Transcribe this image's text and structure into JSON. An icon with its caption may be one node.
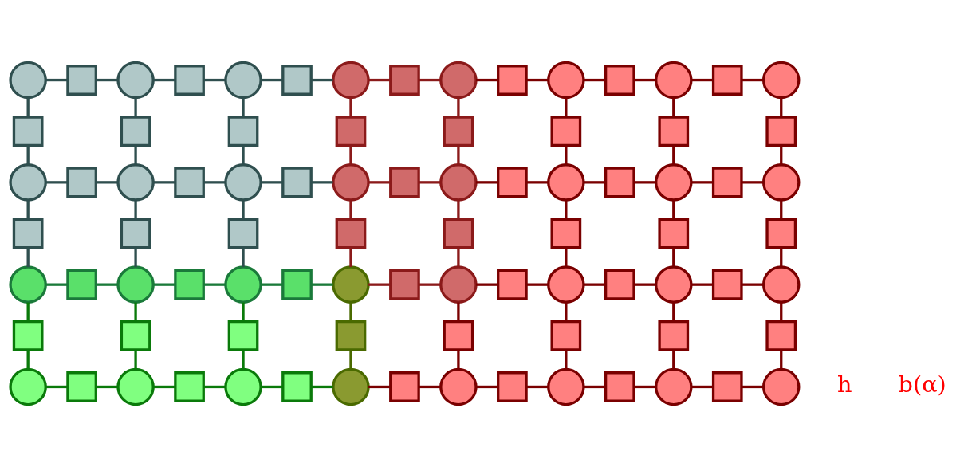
{
  "diagram": {
    "nodes": [
      {
        "text": [],
        "shape": "circle"
      },
      {
        "text": [],
        "shape": "box"
      },
      {
        "text": [],
        "shape": "circle"
      },
      {
        "text": [],
        "shape": "box"
      },
      {
        "text": [],
        "shape": "circle"
      },
      {
        "text": [],
        "shape": "box"
      },
      {
        "text": [],
        "shape": "circle"
      },
      {
        "text": [],
        "shape": "box"
      },
      {
        "text": [],
        "shape": "circle"
      },
      {
        "text": [],
        "shape": "box"
      },
      {
        "text": [],
        "shape": "circle"
      },
      {
        "text": [],
        "shape": "box"
      },
      {
        "text": [],
        "shape": "circle"
      },
      {
        "text": [],
        "shape": "box"
      },
      {
        "text": [],
        "shape": "circle"
      },
      {
        "text": [],
        "shape": "box"
      },
      {
        "text": [],
        "shape": "box"
      },
      {
        "text": [],
        "shape": "box"
      },
      {
        "text": [],
        "shape": "box"
      },
      {
        "text": [],
        "shape": "box"
      },
      {
        "text": [],
        "shape": "box"
      },
      {
        "text": [],
        "shape": "box"
      },
      {
        "text": [],
        "shape": "box"
      },
      {
        "text": [],
        "shape": "circle"
      },
      {
        "text": [],
        "shape": "box"
      },
      {
        "text": [],
        "shape": "circle"
      },
      {
        "text": [],
        "shape": "box"
      },
      {
        "text": [],
        "shape": "circle"
      },
      {
        "text": [],
        "shape": "box"
      },
      {
        "text": [],
        "shape": "circle"
      },
      {
        "text": [],
        "shape": "box"
      },
      {
        "text": [],
        "shape": "circle"
      },
      {
        "text": [],
        "shape": "box"
      },
      {
        "text": [],
        "shape": "circle"
      },
      {
        "text": [],
        "shape": "box"
      },
      {
        "text": [],
        "shape": "circle"
      },
      {
        "text": [],
        "shape": "box"
      },
      {
        "text": [],
        "shape": "circle"
      },
      {
        "text": [],
        "shape": "box"
      },
      {
        "text": [],
        "shape": "box"
      },
      {
        "text": [],
        "shape": "box"
      },
      {
        "text": [],
        "shape": "box"
      },
      {
        "text": [],
        "shape": "box"
      },
      {
        "text": [],
        "shape": "box"
      },
      {
        "text": [],
        "shape": "box"
      },
      {
        "text": [],
        "shape": "box"
      },
      {
        "text": [],
        "shape": "circle"
      },
      {
        "text": [],
        "shape": "box"
      },
      {
        "text": [],
        "shape": "circle"
      },
      {
        "text": [],
        "shape": "box"
      },
      {
        "text": [],
        "shape": "circle"
      },
      {
        "text": [],
        "shape": "box"
      },
      {
        "text": [],
        "shape": "circle"
      },
      {
        "text": [],
        "shape": "box"
      },
      {
        "text": [],
        "shape": "circle"
      },
      {
        "text": [],
        "shape": "box"
      },
      {
        "text": [],
        "shape": "circle"
      },
      {
        "text": [],
        "shape": "box"
      },
      {
        "text": [],
        "shape": "circle"
      },
      {
        "text": [],
        "shape": "box"
      },
      {
        "text": [],
        "shape": "circle"
      },
      {
        "text": [],
        "shape": "box"
      },
      {
        "text": [],
        "shape": "box"
      },
      {
        "text": [],
        "shape": "box"
      },
      {
        "text": [],
        "shape": "box"
      },
      {
        "text": [],
        "shape": "box"
      },
      {
        "text": [],
        "shape": "box"
      },
      {
        "text": [],
        "shape": "box"
      },
      {
        "text": [],
        "shape": "box"
      },
      {
        "text": [],
        "shape": "circle"
      },
      {
        "text": [],
        "shape": "box"
      },
      {
        "text": [],
        "shape": "circle"
      },
      {
        "text": [],
        "shape": "box"
      },
      {
        "text": [],
        "shape": "circle"
      },
      {
        "text": [],
        "shape": "box"
      },
      {
        "text": [],
        "shape": "circle"
      },
      {
        "text": [],
        "shape": "box"
      },
      {
        "text": [],
        "shape": "circle"
      },
      {
        "text": [],
        "shape": "box"
      },
      {
        "text": [],
        "shape": "circle"
      },
      {
        "text": [],
        "shape": "box"
      },
      {
        "text": [],
        "shape": "circle"
      },
      {
        "text": [],
        "shape": "box"
      },
      {
        "text": [],
        "shape": "circle"
      }
    ],
    "edges": [
      {
        "from": 0,
        "to": 1,
        "arrow": "none",
        "color": "#2f4f4f"
      },
      {
        "from": 1,
        "to": 2,
        "arrow": "none",
        "color": "#2f4f4f"
      },
      {
        "from": 2,
        "to": 3,
        "arrow": "none",
        "color": "#2f4f4f"
      },
      {
        "from": 3,
        "to": 4,
        "arrow": "none",
        "color": "#2f4f4f"
      },
      {
        "from": 4,
        "to": 5,
        "arrow": "none",
        "color": "#2f4f4f"
      },
      {
        "from": 5,
        "to": 6,
        "arrow": "none",
        "color": "#2f4f4f"
      },
      {
        "from": 6,
        "to": 7,
        "arrow": "none",
        "color": "#8b1a1a"
      },
      {
        "from": 7,
        "to": 8,
        "arrow": "none",
        "color": "#8b1a1a"
      },
      {
        "from": 8,
        "to": 9,
        "arrow": "none"
      },
      {
        "from": 9,
        "to": 10,
        "arrow": "none"
      },
      {
        "from": 10,
        "to": 11,
        "arrow": "none"
      },
      {
        "from": 11,
        "to": 12,
        "arrow": "none"
      },
      {
        "from": 12,
        "to": 13,
        "arrow": "none"
      },
      {
        "from": 13,
        "to": 14,
        "arrow": "none"
      },
      {
        "from": 0,
        "to": 15,
        "arrow": "none",
        "color": "#2f4f4f"
      },
      {
        "from": 15,
        "to": 23,
        "arrow": "none",
        "color": "#2f4f4f"
      },
      {
        "from": 2,
        "to": 16,
        "arrow": "none",
        "color": "#2f4f4f"
      },
      {
        "from": 16,
        "to": 25,
        "arrow": "none",
        "color": "#2f4f4f"
      },
      {
        "from": 4,
        "to": 17,
        "arrow": "none",
        "color": "#2f4f4f"
      },
      {
        "from": 17,
        "to": 27,
        "arrow": "none",
        "color": "#2f4f4f"
      },
      {
        "from": 6,
        "to": 18,
        "arrow": "none",
        "color": "#8b1a1a"
      },
      {
        "from": 18,
        "to": 29,
        "arrow": "none",
        "color": "#8b1a1a"
      },
      {
        "from": 8,
        "to": 19,
        "arrow": "none",
        "color": "#8b1a1a"
      },
      {
        "from": 19,
        "to": 31,
        "arrow": "none",
        "color": "#8b1a1a"
      },
      {
        "from": 10,
        "to": 20,
        "arrow": "none"
      },
      {
        "from": 20,
        "to": 33,
        "arrow": "none"
      },
      {
        "from": 12,
        "to": 21,
        "arrow": "none"
      },
      {
        "from": 21,
        "to": 35,
        "arrow": "none"
      },
      {
        "from": 14,
        "to": 22,
        "arrow": "none"
      },
      {
        "from": 22,
        "to": 37,
        "arrow": "none"
      },
      {
        "from": 23,
        "to": 24,
        "arrow": "none",
        "color": "#2f4f4f"
      },
      {
        "from": 24,
        "to": 25,
        "arrow": "none",
        "color": "#2f4f4f"
      },
      {
        "from": 25,
        "to": 26,
        "arrow": "none",
        "color": "#2f4f4f"
      },
      {
        "from": 26,
        "to": 27,
        "arrow": "none",
        "color": "#2f4f4f"
      },
      {
        "from": 27,
        "to": 28,
        "arrow": "none",
        "color": "#2f4f4f"
      },
      {
        "from": 28,
        "to": 29,
        "arrow": "none",
        "color": "#2f4f4f"
      },
      {
        "from": 29,
        "to": 30,
        "arrow": "none",
        "color": "#8b1a1a"
      },
      {
        "from": 30,
        "to": 31,
        "arrow": "none",
        "color": "#8b1a1a"
      },
      {
        "from": 31,
        "to": 32,
        "arrow": "none"
      },
      {
        "from": 32,
        "to": 33,
        "arrow": "none"
      },
      {
        "from": 33,
        "to": 34,
        "arrow": "none"
      },
      {
        "from": 34,
        "to": 35,
        "arrow": "none"
      },
      {
        "from": 35,
        "to": 36,
        "arrow": "none"
      },
      {
        "from": 36,
        "to": 37,
        "arrow": "none"
      },
      {
        "from": 23,
        "to": 38,
        "arrow": "none",
        "color": "#2f4f4f"
      },
      {
        "from": 38,
        "to": 46,
        "arrow": "none",
        "color": "#2f4f4f"
      },
      {
        "from": 25,
        "to": 39,
        "arrow": "none",
        "color": "#2f4f4f"
      },
      {
        "from": 39,
        "to": 48,
        "arrow": "none",
        "color": "#2f4f4f"
      },
      {
        "from": 27,
        "to": 40,
        "arrow": "none",
        "color": "#2f4f4f"
      },
      {
        "from": 40,
        "to": 50,
        "arrow": "none",
        "color": "#2f4f4f"
      },
      {
        "from": 29,
        "to": 41,
        "arrow": "none",
        "color": "#8b1a1a"
      },
      {
        "from": 41,
        "to": 52,
        "arrow": "none",
        "color": "#8b1a1a"
      },
      {
        "from": 31,
        "to": 42,
        "arrow": "none",
        "color": "#8b1a1a"
      },
      {
        "from": 42,
        "to": 54,
        "arrow": "none",
        "color": "#8b1a1a"
      },
      {
        "from": 33,
        "to": 43,
        "arrow": "none"
      },
      {
        "from": 43,
        "to": 56,
        "arrow": "none"
      },
      {
        "from": 35,
        "to": 44,
        "arrow": "none"
      },
      {
        "from": 44,
        "to": 58,
        "arrow": "none"
      },
      {
        "from": 37,
        "to": 45,
        "arrow": "none"
      },
      {
        "from": 45,
        "to": 60,
        "arrow": "none"
      },
      {
        "from": 46,
        "to": 47,
        "arrow": "none",
        "color": "#1a7a3a"
      },
      {
        "from": 47,
        "to": 48,
        "arrow": "none",
        "color": "#1a7a3a"
      },
      {
        "from": 48,
        "to": 49,
        "arrow": "none",
        "color": "#1a7a3a"
      },
      {
        "from": 49,
        "to": 50,
        "arrow": "none",
        "color": "#1a7a3a"
      },
      {
        "from": 50,
        "to": 51,
        "arrow": "none",
        "color": "#1a7a3a"
      },
      {
        "from": 51,
        "to": 52,
        "arrow": "none",
        "color": "#1a7a3a"
      },
      {
        "from": 52,
        "to": 53,
        "arrow": "none",
        "color": "#8b1a1a"
      },
      {
        "from": 53,
        "to": 54,
        "arrow": "none",
        "color": "#8b1a1a"
      },
      {
        "from": 54,
        "to": 55,
        "arrow": "none"
      },
      {
        "from": 55,
        "to": 56,
        "arrow": "none"
      },
      {
        "from": 56,
        "to": 57,
        "arrow": "none"
      },
      {
        "from": 57,
        "to": 58,
        "arrow": "none"
      },
      {
        "from": 58,
        "to": 59,
        "arrow": "none"
      },
      {
        "from": 59,
        "to": 60,
        "arrow": "none"
      },
      {
        "from": 46,
        "to": 61,
        "arrow": "none",
        "color": "#0a7a0a"
      },
      {
        "from": 61,
        "to": 69,
        "arrow": "none",
        "color": "#0a7a0a"
      },
      {
        "from": 48,
        "to": 62,
        "arrow": "none",
        "color": "#0a7a0a"
      },
      {
        "from": 62,
        "to": 71,
        "arrow": "none",
        "color": "#0a7a0a"
      },
      {
        "from": 50,
        "to": 63,
        "arrow": "none",
        "color": "#0a7a0a"
      },
      {
        "from": 63,
        "to": 73,
        "arrow": "none",
        "color": "#0a7a0a"
      },
      {
        "from": 52,
        "to": 64,
        "arrow": "none",
        "color": "#4a6a00"
      },
      {
        "from": 64,
        "to": 75,
        "arrow": "none",
        "color": "#4a6a00"
      },
      {
        "from": 54,
        "to": 65,
        "arrow": "none"
      },
      {
        "from": 65,
        "to": 77,
        "arrow": "none"
      },
      {
        "from": 56,
        "to": 66,
        "arrow": "none"
      },
      {
        "from": 66,
        "to": 79,
        "arrow": "none"
      },
      {
        "from": 58,
        "to": 67,
        "arrow": "none"
      },
      {
        "from": 67,
        "to": 81,
        "arrow": "none"
      },
      {
        "from": 60,
        "to": 68,
        "arrow": "none"
      },
      {
        "from": 68,
        "to": 83,
        "arrow": "none"
      },
      {
        "from": 69,
        "to": 70,
        "arrow": "none",
        "color": "#0a7a0a"
      },
      {
        "from": 70,
        "to": 71,
        "arrow": "none",
        "color": "#0a7a0a"
      },
      {
        "from": 71,
        "to": 72,
        "arrow": "none",
        "color": "#0a7a0a"
      },
      {
        "from": 72,
        "to": 73,
        "arrow": "none",
        "color": "#0a7a0a"
      },
      {
        "from": 73,
        "to": 74,
        "arrow": "none",
        "color": "#0a7a0a"
      },
      {
        "from": 74,
        "to": 75,
        "arrow": "none",
        "color": "#0a7a0a"
      },
      {
        "from": 75,
        "to": 76,
        "arrow": "none"
      },
      {
        "from": 76,
        "to": 77,
        "arrow": "none"
      },
      {
        "from": 77,
        "to": 78,
        "arrow": "none"
      },
      {
        "from": 78,
        "to": 79,
        "arrow": "none"
      },
      {
        "from": 79,
        "to": 80,
        "arrow": "none"
      },
      {
        "from": 80,
        "to": 81,
        "arrow": "none"
      },
      {
        "from": 81,
        "to": 82,
        "arrow": "none"
      },
      {
        "from": 82,
        "to": 83,
        "arrow": "none"
      }
    ],
    "labels": [
      "h",
      "b(α)"
    ]
  }
}
